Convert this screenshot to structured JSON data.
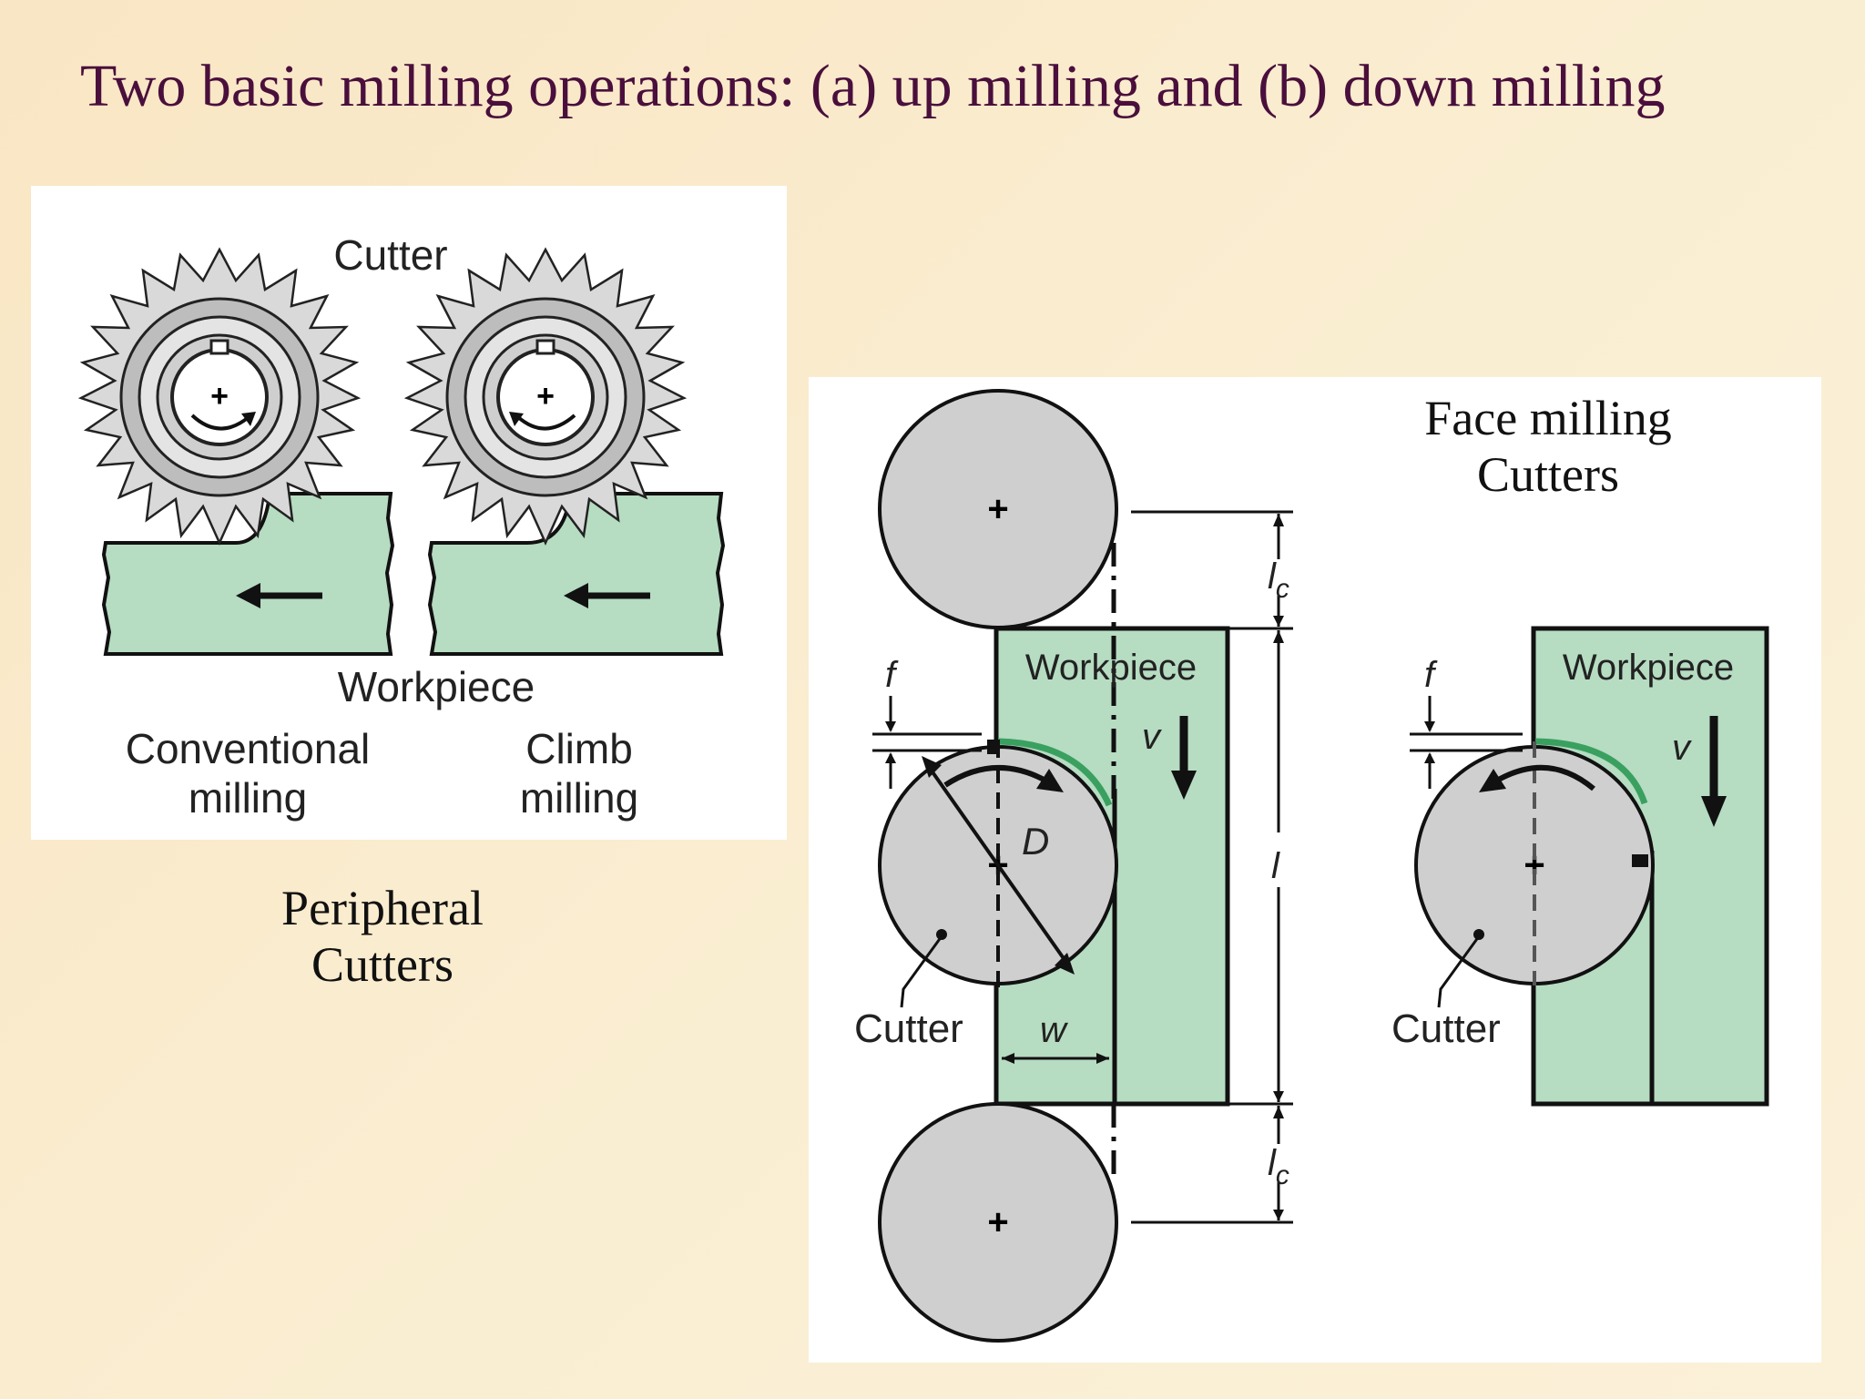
{
  "slide": {
    "title": "Two basic milling operations: (a) up milling and (b) down milling"
  },
  "peripheral": {
    "cutter_label": "Cutter",
    "workpiece_label": "Workpiece",
    "conventional_line1": "Conventional",
    "conventional_line2": "milling",
    "climb_line1": "Climb",
    "climb_line2": "milling",
    "caption_line1": "Peripheral",
    "caption_line2": "Cutters"
  },
  "face": {
    "caption_line1": "Face milling",
    "caption_line2": "Cutters",
    "left": {
      "workpiece_label": "Workpiece",
      "cutter_label": "Cutter",
      "f_label": "f",
      "v_label": "v",
      "D_label": "D",
      "w_label": "w",
      "l_label": "l",
      "lc_main": "l",
      "lc_sub": "c"
    },
    "right": {
      "workpiece_label": "Workpiece",
      "cutter_label": "Cutter",
      "f_label": "f",
      "v_label": "v"
    }
  },
  "colors": {
    "title": "#4a0f3c",
    "workpiece_fill": "#b6dcc2",
    "cutter_fill": "#cfcfcf",
    "chip": "#3aa060"
  }
}
